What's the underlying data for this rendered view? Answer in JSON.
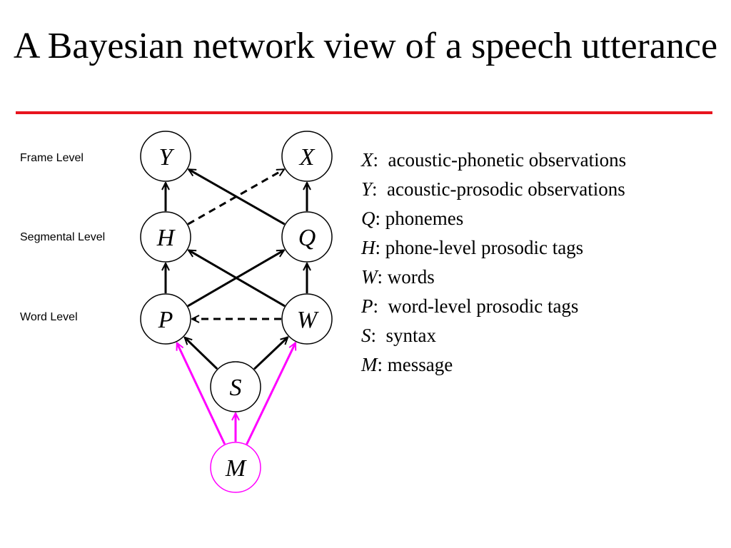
{
  "title": "A Bayesian network view of a speech utterance",
  "colors": {
    "title_rule": "#e8141e",
    "edge": "#000000",
    "message_edge": "#ff00ff",
    "node_border": "#000000",
    "message_node_border": "#ff00ff"
  },
  "levels": {
    "frame": "Frame Level",
    "segmental": "Segmental Level",
    "word": "Word Level"
  },
  "nodes": {
    "Y": "Y",
    "X": "X",
    "H": "H",
    "Q": "Q",
    "P": "P",
    "W": "W",
    "S": "S",
    "M": "M"
  },
  "edges": [
    {
      "from": "H",
      "to": "Y",
      "style": "solid"
    },
    {
      "from": "Q",
      "to": "Y",
      "style": "solid"
    },
    {
      "from": "H",
      "to": "X",
      "style": "dashed"
    },
    {
      "from": "Q",
      "to": "X",
      "style": "solid"
    },
    {
      "from": "P",
      "to": "H",
      "style": "solid"
    },
    {
      "from": "W",
      "to": "H",
      "style": "solid"
    },
    {
      "from": "P",
      "to": "Q",
      "style": "solid"
    },
    {
      "from": "W",
      "to": "Q",
      "style": "solid"
    },
    {
      "from": "W",
      "to": "P",
      "style": "dashed"
    },
    {
      "from": "S",
      "to": "P",
      "style": "solid"
    },
    {
      "from": "S",
      "to": "W",
      "style": "solid"
    },
    {
      "from": "M",
      "to": "S",
      "style": "message"
    },
    {
      "from": "M",
      "to": "P",
      "style": "message"
    },
    {
      "from": "M",
      "to": "W",
      "style": "message"
    }
  ],
  "legend": [
    {
      "symbol": "X",
      "sep": ":  ",
      "text": "acoustic-phonetic observations"
    },
    {
      "symbol": "Y",
      "sep": ":  ",
      "text": "acoustic-prosodic observations"
    },
    {
      "symbol": "Q",
      "sep": ": ",
      "text": "phonemes"
    },
    {
      "symbol": "H",
      "sep": ": ",
      "text": "phone-level prosodic tags"
    },
    {
      "symbol": "W",
      "sep": ": ",
      "text": "words"
    },
    {
      "symbol": "P",
      "sep": ":  ",
      "text": "word-level prosodic tags"
    },
    {
      "symbol": "S",
      "sep": ":  ",
      "text": "syntax"
    },
    {
      "symbol": "M",
      "sep": ": ",
      "text": "message"
    }
  ]
}
